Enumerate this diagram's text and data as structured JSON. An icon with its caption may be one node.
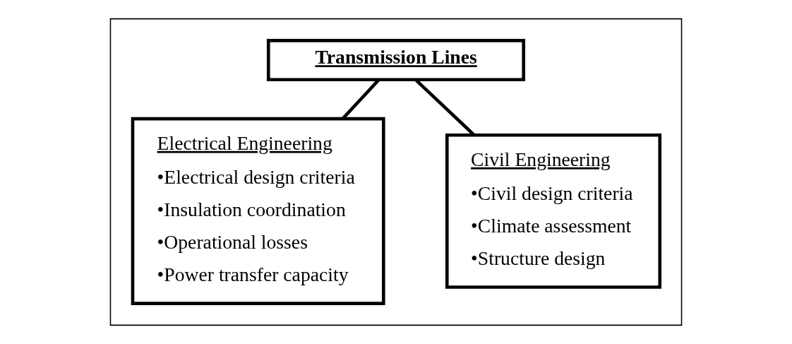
{
  "diagram": {
    "nodes": [
      {
        "text": [],
        "shape": "box"
      },
      {
        "text": [
          "Transmission Lines"
        ],
        "in": 0
      },
      {
        "text": [
          "Electrical Engineering",
          "•Electrical design criteria",
          "•Insulation coordination",
          "•Operational losses",
          "•Power transfer capacity"
        ],
        "in": 0
      },
      {
        "text": [
          "Civil Engineering",
          "•Civil design criteria",
          "•Climate assessment",
          "•Structure design"
        ],
        "in": 0
      }
    ],
    "edges": [
      {
        "from": 1,
        "to": 2,
        "arrow": "none"
      },
      {
        "from": 1,
        "to": 3,
        "arrow": "none"
      }
    ]
  }
}
